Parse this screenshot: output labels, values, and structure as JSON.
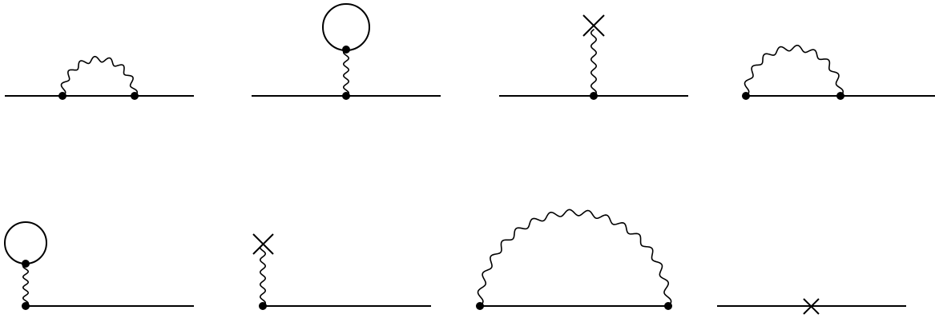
{
  "diagram": {
    "type": "feynman-self-energy-diagrams",
    "colors": {
      "ink": "#000000",
      "background": "#ffffff"
    },
    "diagrams": [
      {
        "id": "d1",
        "kind": "rainbow-photon-both-vertices"
      },
      {
        "id": "d2",
        "kind": "tadpole-closed-loop-two-vertices"
      },
      {
        "id": "d3",
        "kind": "tadpole-external-source"
      },
      {
        "id": "d4",
        "kind": "rainbow-photon-from-endpoint"
      },
      {
        "id": "d5",
        "kind": "tadpole-closed-loop-at-endpoint"
      },
      {
        "id": "d6",
        "kind": "tadpole-external-source-at-endpoint"
      },
      {
        "id": "d7",
        "kind": "large-rainbow-photon-both-endpoints"
      },
      {
        "id": "d8",
        "kind": "external-potential-insertion"
      }
    ]
  }
}
